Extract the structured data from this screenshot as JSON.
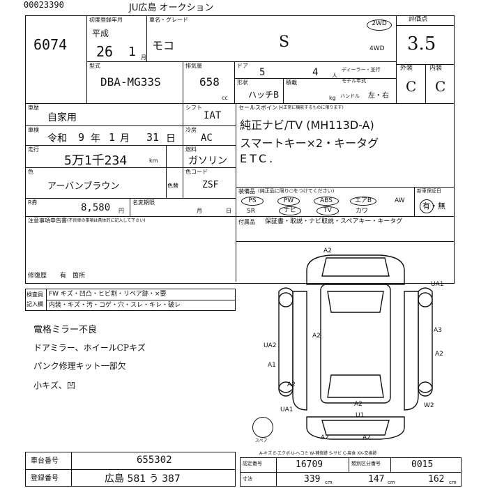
{
  "header": {
    "top_code": "00023390",
    "auction_name": "JU広島 オークション"
  },
  "lot_number": "6074",
  "registration": {
    "label": "初度登録年月",
    "era": "平成",
    "year": "26",
    "month": "1",
    "month_unit": "月"
  },
  "vehicle": {
    "name_label": "車名・グレード",
    "name": "モコ",
    "grade": "S",
    "drive_selected": "2WD",
    "drive_other": "4WD"
  },
  "score": {
    "label": "評価点",
    "value": "3.5",
    "exterior_label": "外装",
    "interior_label": "内装",
    "exterior": "C",
    "interior": "C"
  },
  "model": {
    "label": "型式",
    "value": "DBA-MG33S"
  },
  "displacement": {
    "label": "排気量",
    "value": "658",
    "unit": "cc"
  },
  "doors": {
    "label": "ドア",
    "value": "5",
    "seats": "4",
    "seats_unit": "人"
  },
  "shape": {
    "label": "形状",
    "value": "ハッチB"
  },
  "load": {
    "label": "積載",
    "unit": "kg"
  },
  "dealer": {
    "label": "ディーラー・並行",
    "model_year_label": "モデル年式"
  },
  "handle": {
    "label": "ハンドル",
    "value": "左・右"
  },
  "usage": {
    "label": "車歴",
    "value": "自家用"
  },
  "shift": {
    "label": "シフト",
    "value": "IAT"
  },
  "inspection": {
    "label": "車検",
    "era": "令和",
    "year": "9",
    "year_unit": "年",
    "month": "1",
    "month_unit": "月",
    "day": "31",
    "day_unit": "日"
  },
  "ac": {
    "label": "冷房",
    "value": "AC"
  },
  "mileage": {
    "label": "走行",
    "value": "5万1千234",
    "unit": "km"
  },
  "fuel": {
    "label": "燃料",
    "value": "ガソリン"
  },
  "color": {
    "label": "色",
    "value": "アーバンブラウン",
    "change_label": "色替",
    "code_label": "色コード",
    "code": "ZSF"
  },
  "recycle": {
    "label": "R券",
    "value": "8,580",
    "unit": "円",
    "name_change_label": "名変期限",
    "month_unit": "月",
    "day_unit": "日"
  },
  "notes": {
    "label": "注意事項申告書",
    "sub": "(不良車の事項は具体的に記入して下さい)",
    "repair_label": "修復歴",
    "repair_value": "有",
    "repair_place": "箇所"
  },
  "sales_points": {
    "label": "セールスポイント",
    "sub": "(正常に機能するものに限ります)",
    "lines": [
      "純正ナビ/TV (MH113D-A)",
      "スマートキー×2・キータグ",
      "ETC."
    ]
  },
  "equipment": {
    "label": "装備品",
    "sub": "(純正品に限り○をつけてください)",
    "items_row1": [
      "PS",
      "PW",
      "ABS",
      "エアB",
      "AW"
    ],
    "items_row2": [
      "SR",
      "ナビ",
      "TV",
      "カワ"
    ],
    "manual_label": "新車保証日",
    "manual_value": "有・無"
  },
  "accessories": {
    "label": "付属品",
    "value": "保証書・取説・ナビ取説・スペアキー・キータグ"
  },
  "inspector": {
    "label1": "検査員",
    "label2": "記入欄",
    "row1": "FW キズ・凹凸・ヒビ割・リペア跡・×要",
    "row2": "内装・キズ・汚・コゲ・穴・スレ・キレ・破レ"
  },
  "handwritten_notes": [
    "電格ミラー不良",
    "ドアミラー、ホイールCPキズ",
    "パンク修理キット一部欠",
    "小キズ、凹"
  ],
  "diagram_marks": [
    "A2",
    "UA1",
    "A3",
    "A2",
    "A2",
    "UA2",
    "A1",
    "A2",
    "UA1",
    "A2",
    "U1",
    "W2",
    "A2",
    "A2"
  ],
  "spare_label": "スペア",
  "legend": "A-キズ E-エクボ U-ヘコミ W-補修跡 S-サビ C-腐食 XX-交換跡",
  "chassis": {
    "label": "車台番号",
    "value": "655302"
  },
  "plate": {
    "label": "登録番号",
    "value": "広島 581 う 387"
  },
  "certification": {
    "label": "認定番号",
    "value": "16709"
  },
  "other_number": {
    "label": "類別区分番号",
    "value": "0015"
  },
  "dimensions": {
    "label": "寸法",
    "length": "339",
    "width": "147",
    "height": "162",
    "unit": "cm"
  }
}
